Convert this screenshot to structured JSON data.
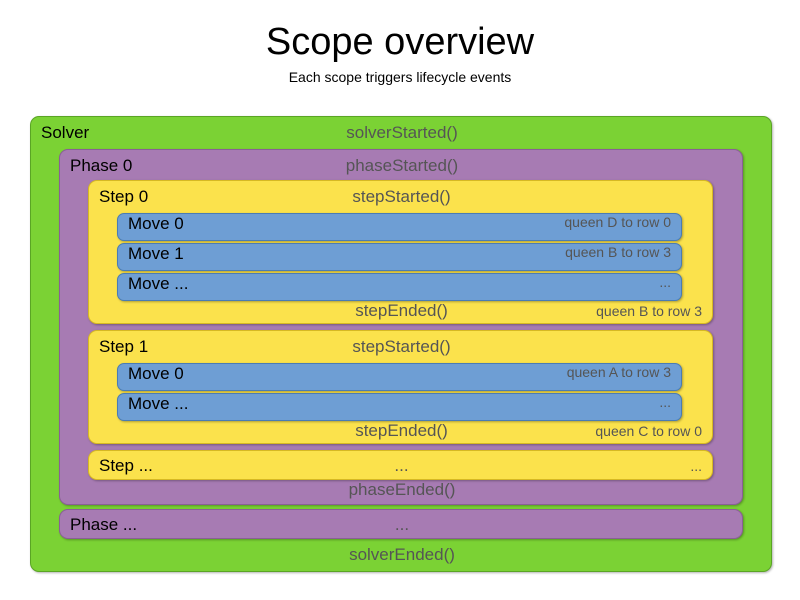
{
  "header": {
    "title": "Scope overview",
    "subtitle": "Each scope triggers lifecycle events"
  },
  "colors": {
    "solver": "#7BD234",
    "phase": "#A77BB3",
    "step": "#FBE24C",
    "move": "#6E9ED4",
    "label_text": "#000000",
    "event_text": "#555555",
    "background": "#FFFFFF"
  },
  "solver": {
    "label": "Solver",
    "started_event": "solverStarted()",
    "ended_event": "solverEnded()",
    "phases": [
      {
        "label": "Phase 0",
        "started_event": "phaseStarted()",
        "ended_event": "phaseEnded()",
        "steps": [
          {
            "label": "Step 0",
            "started_event": "stepStarted()",
            "ended_event": "stepEnded()",
            "ended_detail": "queen B to row 3",
            "moves": [
              {
                "label": "Move 0",
                "detail": "queen D to row 0"
              },
              {
                "label": "Move 1",
                "detail": "queen B to row 3"
              },
              {
                "label": "Move ...",
                "detail": "..."
              }
            ]
          },
          {
            "label": "Step 1",
            "started_event": "stepStarted()",
            "ended_event": "stepEnded()",
            "ended_detail": "queen C to row 0",
            "moves": [
              {
                "label": "Move 0",
                "detail": "queen A to row 3"
              },
              {
                "label": "Move ...",
                "detail": "..."
              }
            ]
          },
          {
            "label": "Step ...",
            "started_event": "...",
            "ended_detail": "..."
          }
        ]
      },
      {
        "label": "Phase ...",
        "started_event": "..."
      }
    ]
  }
}
